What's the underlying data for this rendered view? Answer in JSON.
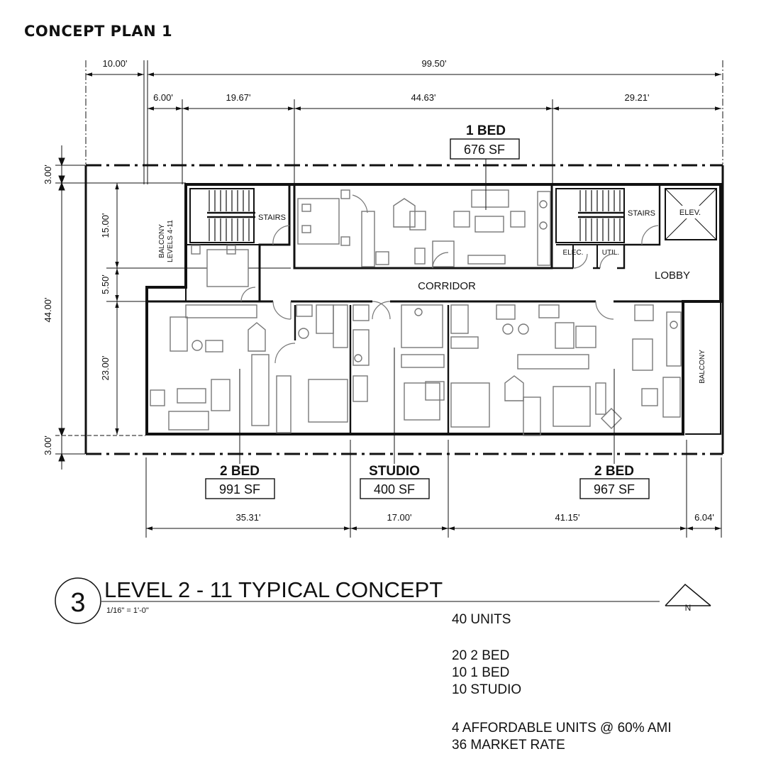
{
  "title": "CONCEPT PLAN 1",
  "dimensions": {
    "top_overall": [
      "10.00'",
      "99.50'"
    ],
    "top_segments": [
      "6.00'",
      "19.67'",
      "44.63'",
      "29.21'"
    ],
    "left_sides": [
      "3.00'",
      "15.00'",
      "5.50'",
      "23.00'",
      "44.00'",
      "3.00'"
    ],
    "bottom_segments": [
      "35.31'",
      "17.00'",
      "41.15'",
      "6.04'"
    ]
  },
  "room_labels": {
    "balcony_left": [
      "BALCONY",
      "LEVELS 4-11"
    ],
    "stairs_left": "STAIRS",
    "stairs_right": "STAIRS",
    "elevator": "ELEV.",
    "electrical": "ELEC.",
    "utility": "UTIL.",
    "lobby": "LOBBY",
    "corridor": "CORRIDOR",
    "balcony_right": "BALCONY"
  },
  "units": [
    {
      "type": "1 BED",
      "area": "676 SF"
    },
    {
      "type": "2 BED",
      "area": "991 SF"
    },
    {
      "type": "STUDIO",
      "area": "400 SF"
    },
    {
      "type": "2 BED",
      "area": "967 SF"
    }
  ],
  "drawing": {
    "number": "3",
    "title": "LEVEL 2 - 11 TYPICAL CONCEPT",
    "scale": "1/16\" = 1'-0\"",
    "north": "N"
  },
  "summary": {
    "total": "40 UNITS",
    "mix": [
      "20 2 BED",
      "10 1 BED",
      "10 STUDIO"
    ],
    "affordability": [
      "4 AFFORDABLE UNITS @ 60% AMI",
      "36 MARKET RATE"
    ]
  }
}
